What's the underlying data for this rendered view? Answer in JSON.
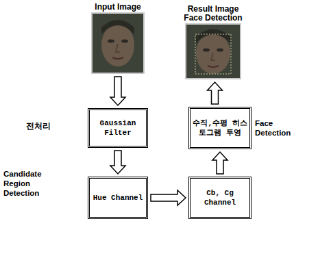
{
  "diagram": {
    "nodes": [
      {
        "text": [
          "Input Image"
        ]
      },
      {
        "text": [
          "Result Image Face Detection"
        ]
      },
      {
        "text": [
          "Gaussian Filter"
        ]
      },
      {
        "text": [
          "수직,수평 히스토그램 투영"
        ]
      },
      {
        "text": [
          "Hue Channel"
        ]
      },
      {
        "text": [
          "Cb, Cg Channel"
        ]
      }
    ],
    "edges": [
      {
        "from": 0,
        "to": 2,
        "arrow": "to"
      },
      {
        "from": 2,
        "to": 4,
        "arrow": "to"
      },
      {
        "from": 4,
        "to": 5,
        "arrow": "to"
      },
      {
        "from": 5,
        "to": 3,
        "arrow": "to"
      },
      {
        "from": 3,
        "to": 1,
        "arrow": "to"
      }
    ],
    "labels": [
      "전처리",
      "Candidate Region Detection",
      "Face Detection"
    ]
  }
}
